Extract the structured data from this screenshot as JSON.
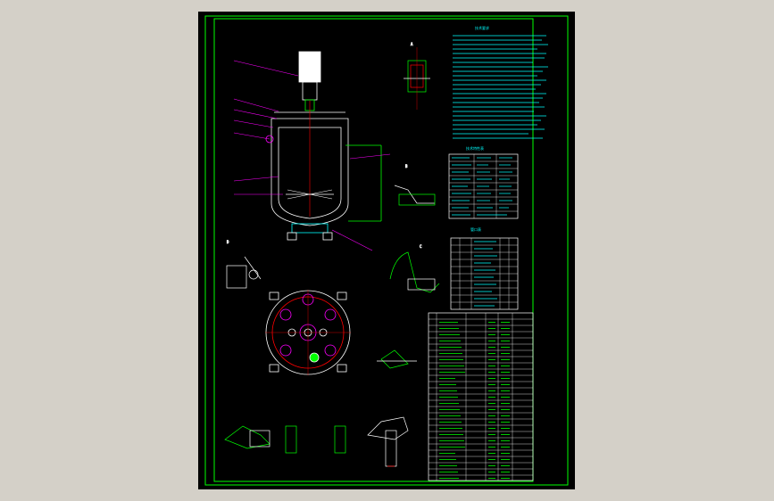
{
  "titles": {
    "tech_requirements": "技术要求",
    "technical_data": "技术特性表",
    "nozzle_table": "管口表",
    "view_a": "A",
    "view_b": "B",
    "view_c": "C",
    "view_d": "D"
  },
  "colors": {
    "background": "#d4d0c8",
    "sheet": "#000000",
    "frame": "#00ff00",
    "outline": "#ffffff",
    "leader": "#ff00ff",
    "text": "#00ffff",
    "hatch": "#ff0000",
    "table": "#ffffff"
  },
  "icons": {
    "motor": "motor-icon",
    "vessel": "vessel-icon",
    "flange": "flange-icon"
  }
}
